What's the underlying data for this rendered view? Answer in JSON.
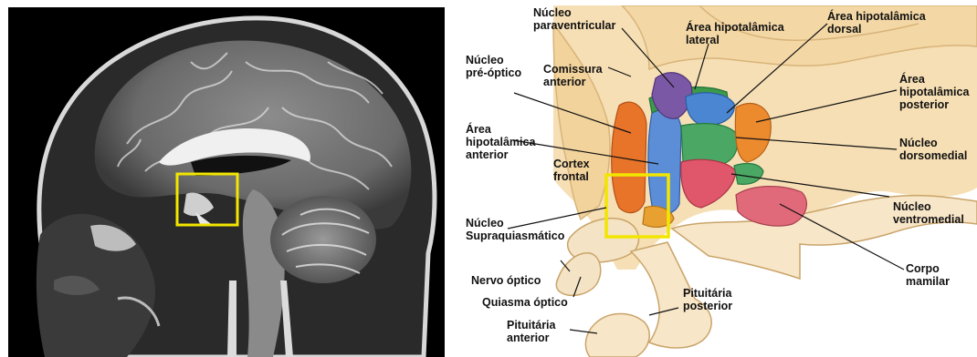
{
  "labels": {
    "nucleo_paraventricular": [
      "Núcleo",
      "paraventricular"
    ],
    "area_hipotalamica_lateral": [
      "Área hipotalâmica",
      "lateral"
    ],
    "area_hipotalamica_dorsal": [
      "Área hipotalâmica",
      "dorsal"
    ],
    "nucleo_pre_optico": [
      "Núcleo",
      "pré-óptico"
    ],
    "comissura_anterior": [
      "Comissura",
      "anterior"
    ],
    "area_hipotalamica_posterior": [
      "Área",
      "hipotalâmica",
      "posterior"
    ],
    "area_hipotalamica_anterior": [
      "Área",
      "hipotalâmica",
      "anterior"
    ],
    "cortex_frontal": [
      "Cortex",
      "frontal"
    ],
    "nucleo_dorsomedial": [
      "Núcleo",
      "dorsomedial"
    ],
    "nucleo_ventromedial": [
      "Núcleo",
      "ventromedial"
    ],
    "nucleo_supraquiasmatico": [
      "Núcleo",
      "Supraquiasmático"
    ],
    "nervo_optico": [
      "Nervo óptico"
    ],
    "corpo_mamilar": [
      "Corpo",
      "mamilar"
    ],
    "quiasma_optico": [
      "Quiasma óptico"
    ],
    "pituitaria_posterior": [
      "Pituitária",
      "posterior"
    ],
    "pituitaria_anterior": [
      "Pituitária",
      "anterior"
    ]
  },
  "colors": {
    "highlight_box": "#f2e600",
    "mri_background": "#000000",
    "tissue": "#f6dfb4",
    "tissue_dark": "#e9c48a",
    "paraventricular": "#7b58a6",
    "lateral": "#3d9a4a",
    "dorsal": "#4a86d2",
    "preoptic": "#e8742a",
    "anterior_area": "#5b8ed6",
    "posterior_area": "#ec8a2e",
    "dorsomedial": "#4aa864",
    "ventromedial": "#e0566a",
    "mamillary": "#e06a7a",
    "suprachiasmatic": "#e8a030"
  }
}
